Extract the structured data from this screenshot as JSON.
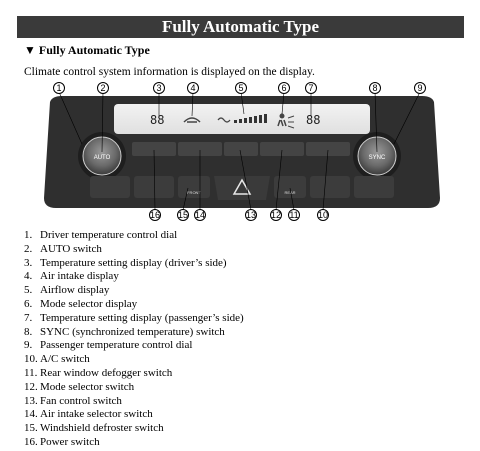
{
  "header": {
    "title": "Fully Automatic Type"
  },
  "section": {
    "marker": "▼",
    "title": "Fully Automatic Type"
  },
  "intro": "Climate control system information is displayed on the display.",
  "panel": {
    "left_dial_label": "AUTO",
    "right_dial_label": "SYNC",
    "left_temp": "88",
    "right_temp": "88",
    "front_label": "FRONT",
    "rear_label": "REAR"
  },
  "callouts_top": [
    "1",
    "2",
    "3",
    "4",
    "5",
    "6",
    "7",
    "8",
    "9"
  ],
  "callouts_bottom": [
    "16",
    "15",
    "14",
    "13",
    "12",
    "11",
    "10"
  ],
  "items": [
    {
      "num": "1.",
      "text": "Driver temperature control dial"
    },
    {
      "num": "2.",
      "text": "AUTO switch"
    },
    {
      "num": "3.",
      "text": "Temperature setting display (driver’s side)"
    },
    {
      "num": "4.",
      "text": "Air intake display"
    },
    {
      "num": "5.",
      "text": "Airflow display"
    },
    {
      "num": "6.",
      "text": "Mode selector display"
    },
    {
      "num": "7.",
      "text": "Temperature setting display (passenger’s side)"
    },
    {
      "num": "8.",
      "text": "SYNC (synchronized temperature) switch"
    },
    {
      "num": "9.",
      "text": "Passenger temperature control dial"
    },
    {
      "num": "10.",
      "text": "A/C switch"
    },
    {
      "num": "11.",
      "text": "Rear window defogger switch"
    },
    {
      "num": "12.",
      "text": "Mode selector switch"
    },
    {
      "num": "13.",
      "text": "Fan control switch"
    },
    {
      "num": "14.",
      "text": "Air intake selector switch"
    },
    {
      "num": "15.",
      "text": "Windshield defroster switch"
    },
    {
      "num": "16.",
      "text": "Power switch"
    }
  ]
}
